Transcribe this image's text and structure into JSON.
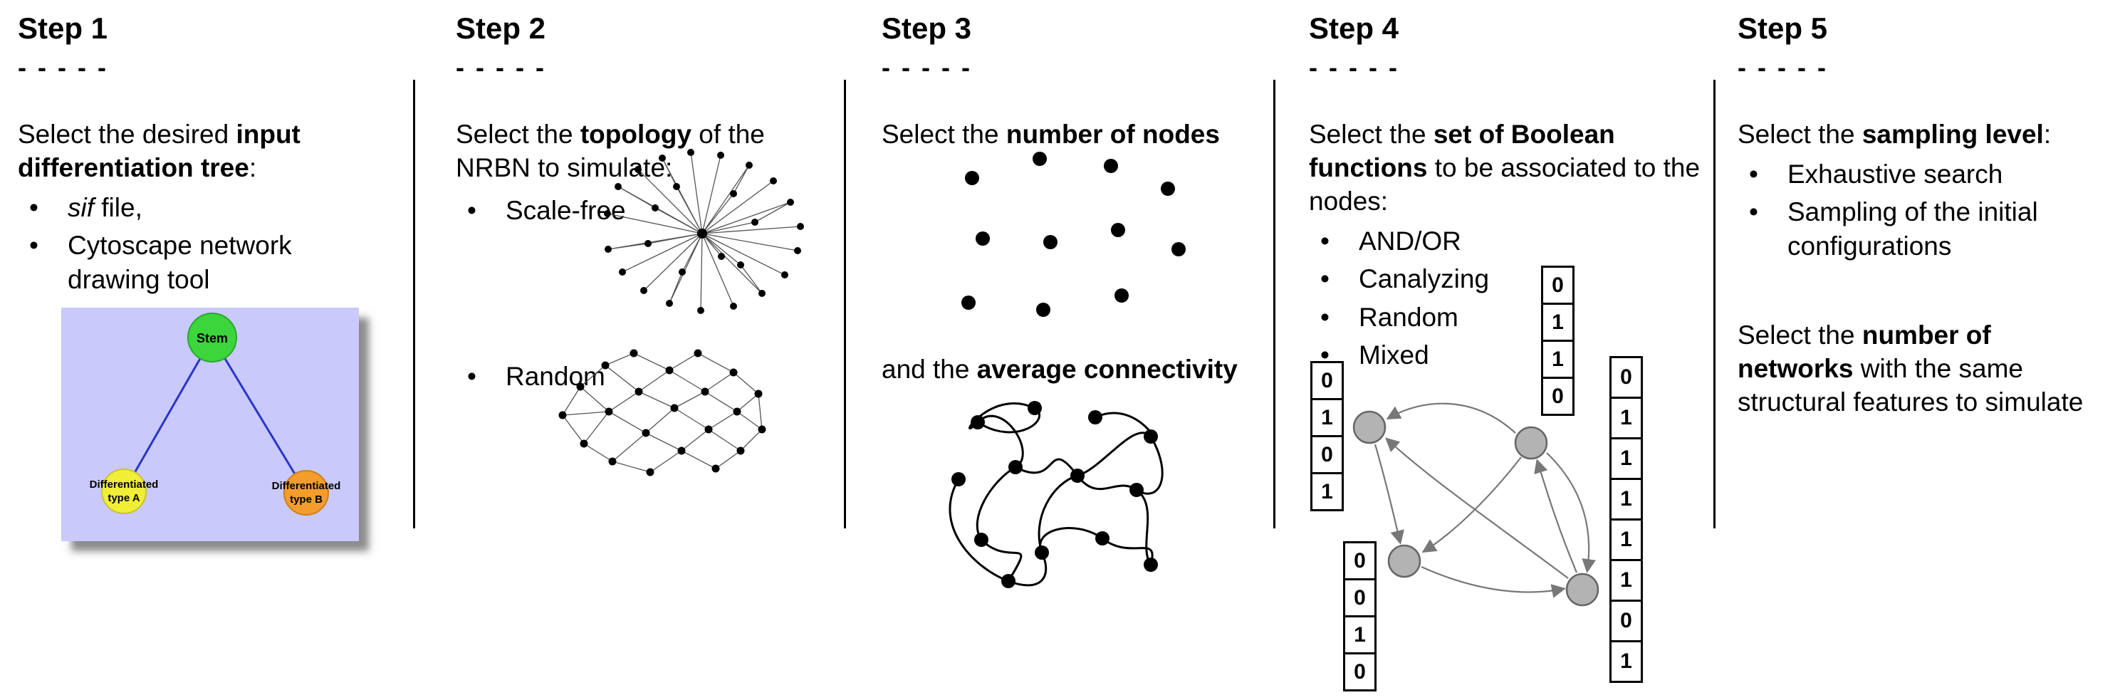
{
  "steps": [
    {
      "title": "Step 1",
      "dashes": "- - - - -",
      "intro": {
        "prefix": "Select the desired ",
        "bold": "input differentiation tree",
        "suffix": ":"
      },
      "bullets": [
        {
          "italic": "sif",
          "text": " file,"
        },
        {
          "italic": "",
          "text": "Cytoscape network drawing tool"
        }
      ],
      "tree": {
        "stem_label": "Stem",
        "type_a_line1": "Differentiated",
        "type_a_line2": "type A",
        "type_b_line1": "Differentiated",
        "type_b_line2": "type B",
        "stem_color": "#3cd63c",
        "type_a_color": "#f1ee38",
        "type_b_color": "#f59d2c",
        "bg_color": "#c9c9fb",
        "edge_color": "#2a35c8"
      }
    },
    {
      "title": "Step 2",
      "dashes": "- - - - -",
      "intro": {
        "prefix": "Select the ",
        "bold": "topology",
        "suffix": " of the NRBN to simulate:"
      },
      "bullets": [
        {
          "text": "Scale-free"
        },
        {
          "text": "Random"
        }
      ]
    },
    {
      "title": "Step 3",
      "dashes": "- - - - -",
      "intro": {
        "prefix": "Select the ",
        "bold": "number of nodes",
        "suffix": ""
      },
      "second": {
        "prefix": "and the ",
        "bold": "average connectivity",
        "suffix": ""
      }
    },
    {
      "title": "Step 4",
      "dashes": "- - - - -",
      "intro": {
        "prefix": "Select the ",
        "bold": "set of Boolean functions",
        "suffix": " to be associated to the nodes:"
      },
      "bullets": [
        {
          "text": "AND/OR"
        },
        {
          "text": "Canalyzing"
        },
        {
          "text": "Random"
        },
        {
          "text": "Mixed"
        }
      ],
      "node_color": "#b3b3b3",
      "edge_color": "#777777",
      "tables": {
        "top": [
          "0",
          "1",
          "1",
          "0"
        ],
        "left": [
          "0",
          "1",
          "0",
          "1"
        ],
        "right": [
          "0",
          "1",
          "1",
          "1",
          "1",
          "1",
          "0",
          "1"
        ],
        "bottom": [
          "0",
          "0",
          "1",
          "0"
        ]
      }
    },
    {
      "title": "Step 5",
      "dashes": "- - - - -",
      "intro": {
        "prefix": "Select the ",
        "bold": "sampling level",
        "suffix": ":"
      },
      "bullets": [
        {
          "text": "Exhaustive search"
        },
        {
          "text": "Sampling of the initial configurations"
        }
      ],
      "second": {
        "prefix": "Select the ",
        "bold": "number of networks",
        "suffix": " with the same structural features to simulate"
      }
    }
  ]
}
